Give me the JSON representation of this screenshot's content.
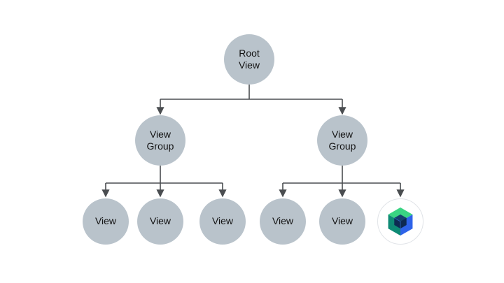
{
  "diagram": {
    "description": "View hierarchy tree diagram",
    "nodes": {
      "root": {
        "label": "Root\nView"
      },
      "group_left": {
        "label": "View\nGroup"
      },
      "group_right": {
        "label": "View\nGroup"
      },
      "leaf_left_1": {
        "label": "View"
      },
      "leaf_left_2": {
        "label": "View"
      },
      "leaf_left_3": {
        "label": "View"
      },
      "leaf_right_1": {
        "label": "View"
      },
      "leaf_right_2": {
        "label": "View"
      },
      "leaf_right_3": {
        "icon": "jetpack-compose-logo"
      }
    },
    "colors": {
      "background": "#ffffff",
      "node_fill": "#b9c3cb",
      "node_text": "#141414",
      "line": "#4a4d50",
      "compose_green": "#3ad483",
      "compose_teal": "#0e8a74",
      "compose_blue": "#2e63e9",
      "compose_navy": "#0d2a52",
      "logo_ring": "#e1e4e8"
    }
  }
}
